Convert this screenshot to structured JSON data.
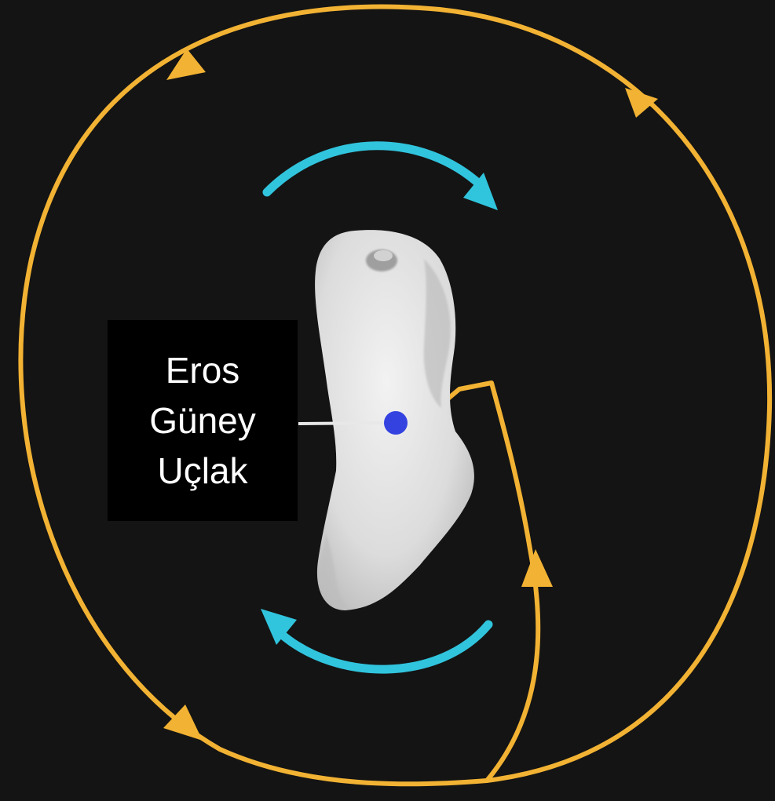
{
  "colors": {
    "background": "#141414",
    "orbit": "#f2b233",
    "rotation": "#31c4dd",
    "asteroid": "#e4e4e4",
    "pole_marker": "#3443e0",
    "label_bg": "#000000",
    "label_text": "#ffffff"
  },
  "label": {
    "lines": [
      "Eros",
      "Güney",
      "Uçlak"
    ]
  },
  "icons": {
    "pole_marker": "dot-marker",
    "orbit_arrows": "arrowhead",
    "rotation_arrows": "arrowhead"
  }
}
